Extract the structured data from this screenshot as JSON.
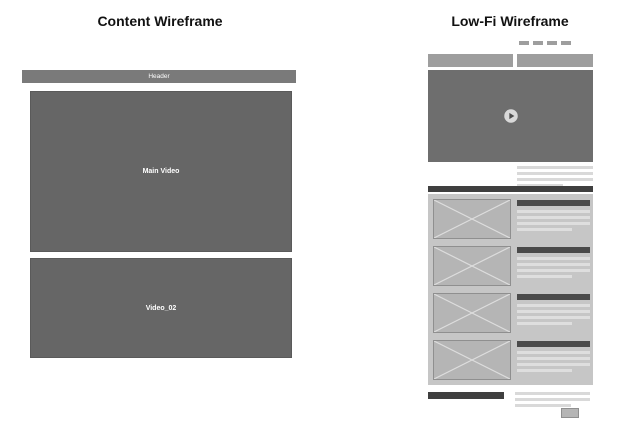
{
  "left_wireframe": {
    "title": "Content Wireframe",
    "header_label": "Header",
    "main_video_label": "Main Video",
    "video_02_label": "Video_02"
  },
  "right_wireframe": {
    "title": "Low-Fi Wireframe"
  },
  "colors": {
    "text_dark": "#111111",
    "box_dark_gray": "#666666",
    "header_bar_gray": "#7a7a7a",
    "mid_gray": "#9e9e9e",
    "video_gray": "#6e6e6e",
    "panel_gray": "#c6c6c6",
    "placeholder_gray": "#b5b5b5",
    "placeholder_border": "#8f8f8f",
    "dark_bar": "#3f3f3f",
    "heading_bar": "#4a4a4a",
    "line_gray": "#d9d9d9",
    "panel_line": "#dedede",
    "x_line": "#dddddd",
    "play_circle": "#d9d9d9",
    "play_triangle": "#4d4d4d"
  }
}
